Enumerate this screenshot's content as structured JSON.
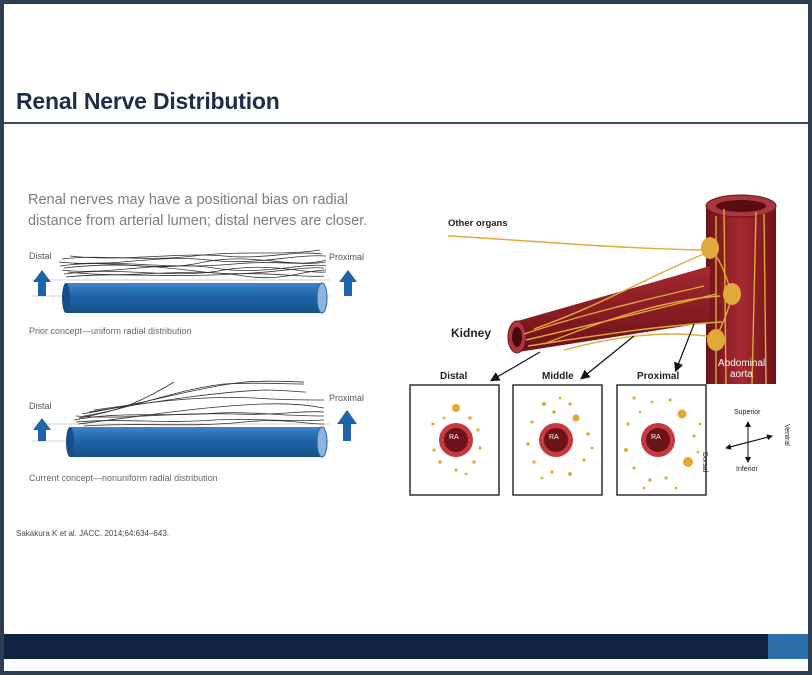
{
  "slide": {
    "title": "Renal Nerve Distribution",
    "intro": "Renal nerves may have a positional bias on radial distance from arterial lumen; distal nerves are closer.",
    "citation": "Sakakura K et al. JACC. 2014;64:634–643."
  },
  "left_diagram": {
    "top": {
      "distal_label": "Distal",
      "proximal_label": "Proximal",
      "caption": "Prior concept—uniform radial distribution"
    },
    "bottom": {
      "distal_label": "Distal",
      "proximal_label": "Proximal",
      "caption": "Current concept—nonuniform radial distribution"
    }
  },
  "right_diagram": {
    "other_organs": "Other organs",
    "kidney": "Kidney",
    "aorta_line1": "Abdominal",
    "aorta_line2": "aorta",
    "sections": [
      {
        "label": "Distal",
        "vessel_label": "RA"
      },
      {
        "label": "Middle",
        "vessel_label": "RA"
      },
      {
        "label": "Proximal",
        "vessel_label": "RA"
      }
    ],
    "orientation": {
      "superior": "Superior",
      "inferior": "Inferior",
      "dorsal": "Dorsal",
      "ventral": "Ventral"
    }
  },
  "colors": {
    "artery": "#8b1a22",
    "nerve": "#e0a93a",
    "tube": "#1e64a8",
    "arrow": "#1e64a8",
    "navy": "#0f2440"
  }
}
